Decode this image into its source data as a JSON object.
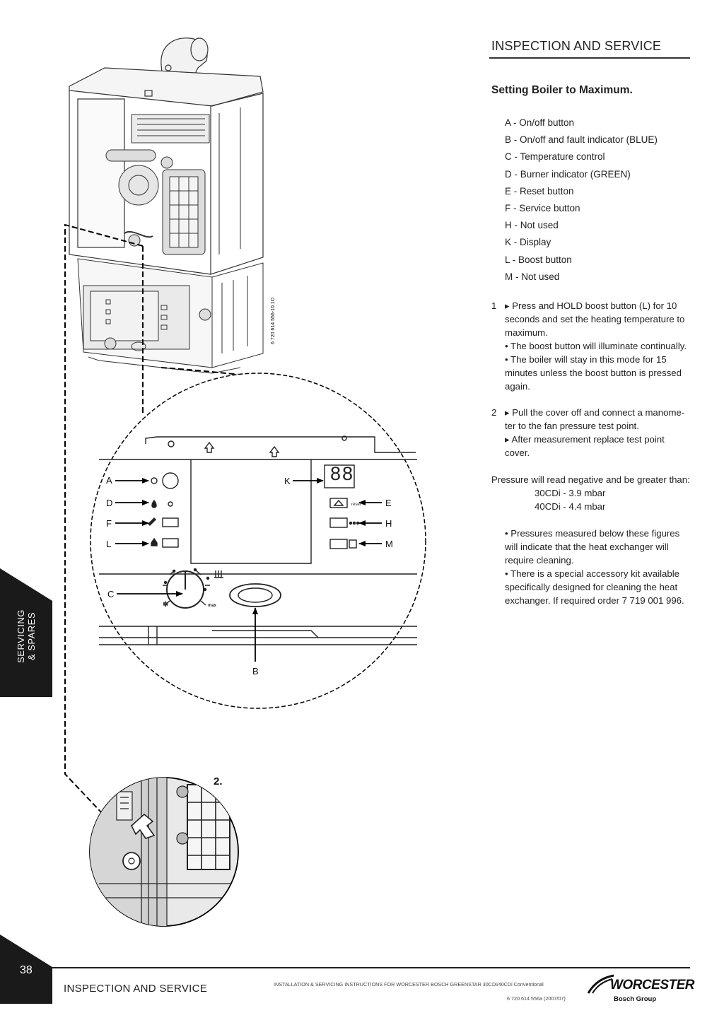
{
  "header": {
    "section_title": "INSPECTION AND SERVICE"
  },
  "subtitle": "Setting Boiler to Maximum.",
  "legend": [
    "A - On/off button",
    "B - On/off and fault indicator (BLUE)",
    "C - Temperature control",
    "D - Burner indicator (GREEN)",
    "E - Reset button",
    "F - Service button",
    "H - Not used",
    "K -  Display",
    "L -  Boost button",
    "M -  Not used"
  ],
  "steps": [
    {
      "number": "1",
      "lines": [
        "▸ Press and HOLD boost button (L) for 10",
        "seconds and set the heating temperature to",
        "maximum.",
        "• The boost button will illuminate continually.",
        "• The boiler will stay in this mode for 15",
        "minutes unless the boost button is pressed",
        "again."
      ]
    },
    {
      "number": "2",
      "lines": [
        "▸ Pull the cover off and connect a manome-",
        "ter to the fan pressure test point.",
        "▸ After measurement replace test point",
        "cover."
      ]
    }
  ],
  "pressure": {
    "intro": "Pressure will read negative and be greater than:",
    "values": [
      "30CDi - 3.9 mbar",
      "40CDi - 4.4 mbar"
    ]
  },
  "notes": [
    "• Pressures measured below these figures",
    "will indicate that the heat exchanger will",
    "require cleaning.",
    "• There is a special accessory kit available",
    "specifically designed for cleaning the heat",
    "exchanger. If required order 7 719 001 996."
  ],
  "figure": {
    "ref_code": "6 720 614 556-10.1O",
    "display_digits": "88",
    "callouts": {
      "A": "A",
      "B": "B",
      "C": "C",
      "D": "D",
      "E": "E",
      "F": "F",
      "H": "H",
      "K": "K",
      "L": "L",
      "M": "M"
    },
    "panel_reset_label": "reset",
    "dial_max_label": "max",
    "inset_step_label": "2."
  },
  "side_tab": {
    "line1": "SERVICING",
    "line2": "& SPARES"
  },
  "footer": {
    "page_number": "38",
    "section_title": "INSPECTION AND SERVICE",
    "document_title": "INSTALLATION & SERVICING INSTRUCTIONS FOR WORCESTER BOSCH GREENSTAR 30CDi/40CDi Conventional",
    "document_ref": "6 720 614 556a  (2007/07)",
    "brand_name": "WORCESTER",
    "brand_sub": "Bosch Group"
  },
  "colors": {
    "tab_background": "#1a1a1a",
    "text": "#222222"
  }
}
